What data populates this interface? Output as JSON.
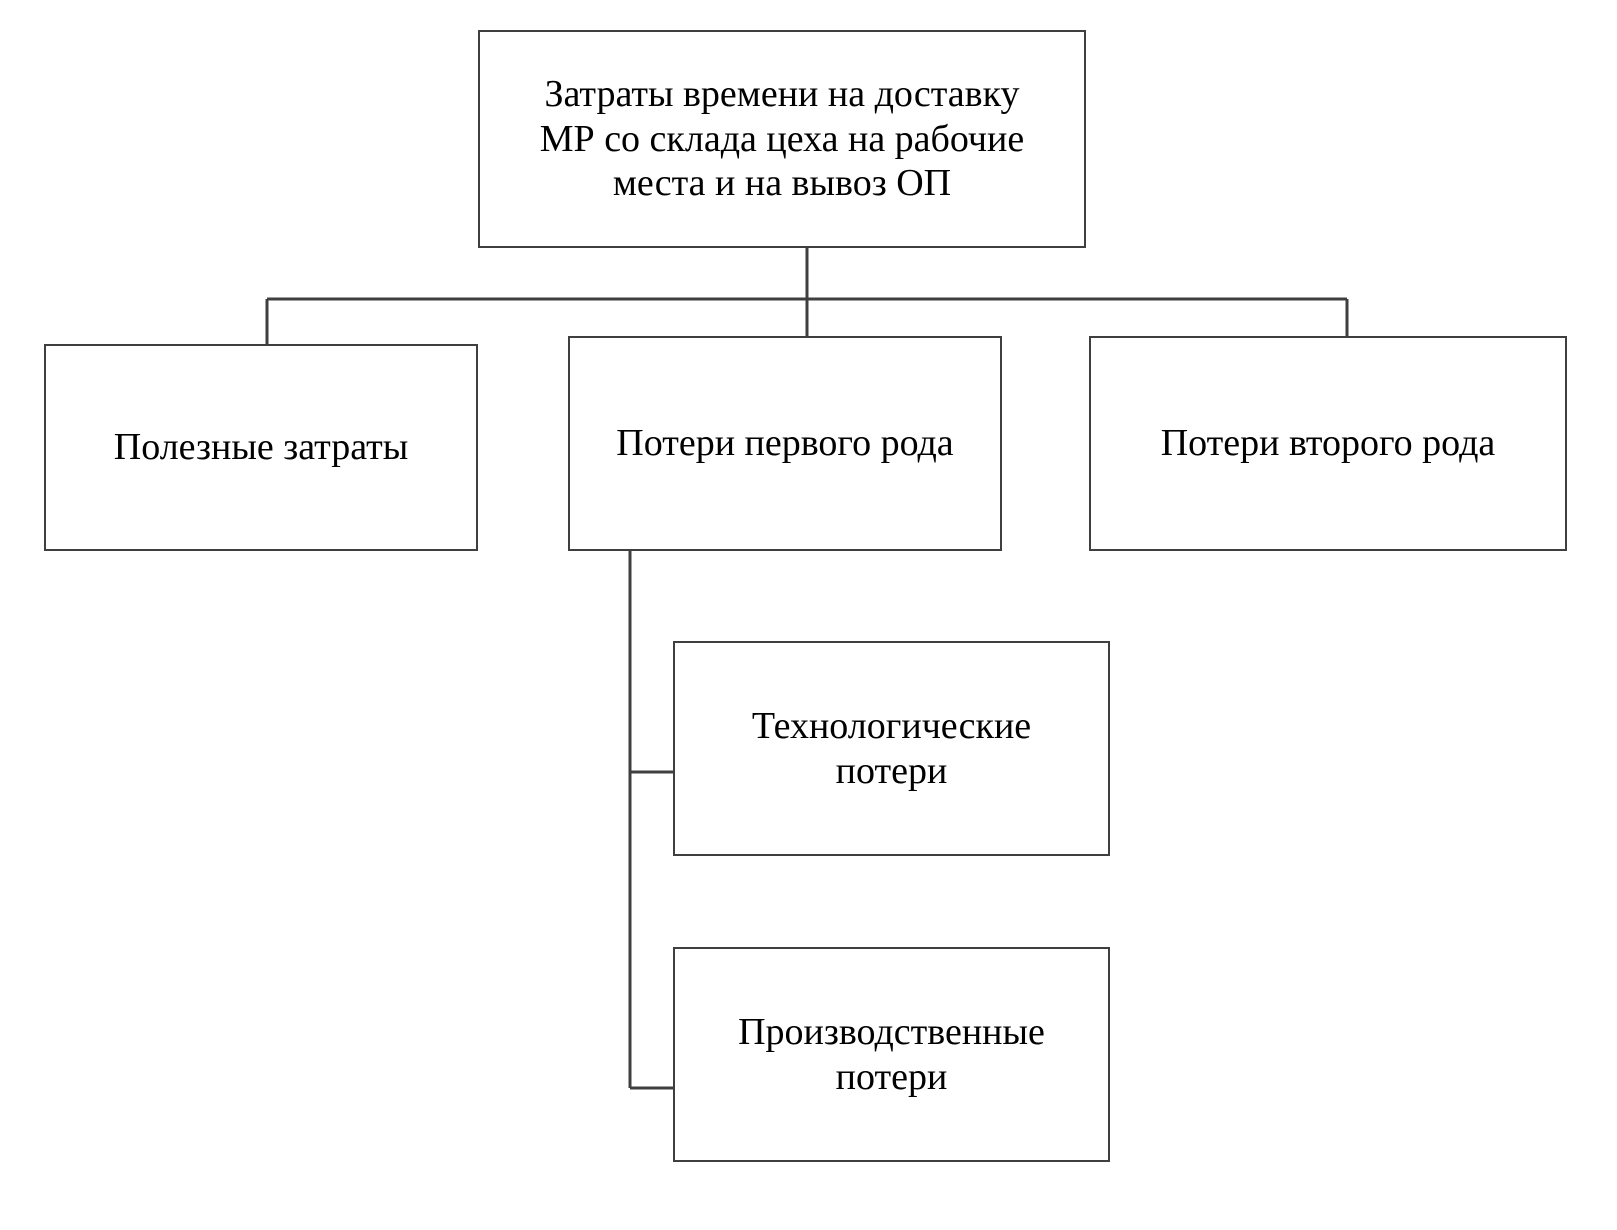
{
  "diagram": {
    "type": "hierarchy-tree",
    "orientation": "top-down-with-side-branch",
    "background_color": "#ffffff",
    "line_color": "#3f3f3f",
    "text_color": "#000000",
    "nodes": [
      {
        "id": "root",
        "label": "Затраты времени на доставку\nМР со склада цеха на рабочие\nместа и на вывоз ОП",
        "level": 0
      },
      {
        "id": "useful-costs",
        "label": "Полезные затраты",
        "level": 1
      },
      {
        "id": "losses-first-kind",
        "label": "Потери первого рода",
        "level": 1
      },
      {
        "id": "losses-second-kind",
        "label": "Потери второго рода",
        "level": 1
      },
      {
        "id": "technological-losses",
        "label": "Технологические\nпотери",
        "level": 2
      },
      {
        "id": "production-losses",
        "label": "Производственные\nпотери",
        "level": 2
      }
    ],
    "edges": [
      {
        "from": "root",
        "to": "useful-costs"
      },
      {
        "from": "root",
        "to": "losses-first-kind"
      },
      {
        "from": "root",
        "to": "losses-second-kind"
      },
      {
        "from": "losses-first-kind",
        "to": "technological-losses"
      },
      {
        "from": "losses-first-kind",
        "to": "production-losses"
      }
    ]
  }
}
